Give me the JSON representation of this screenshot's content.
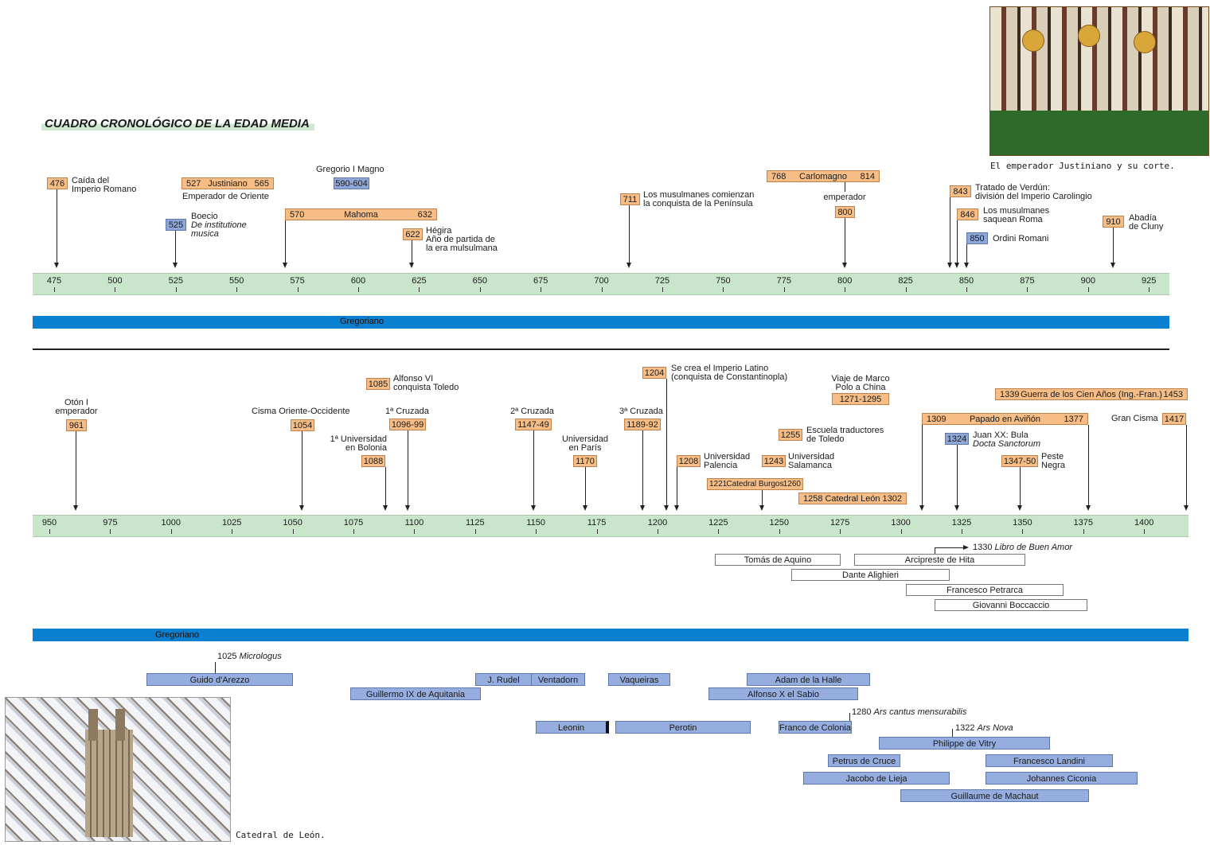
{
  "title": "CUADRO CRONOLÓGICO DE LA EDAD MEDIA",
  "captions": {
    "mosaic": "El emperador Justiniano y su corte.",
    "leon": "Catedral de León."
  },
  "axis1_ticks": [
    "475",
    "500",
    "525",
    "550",
    "575",
    "600",
    "625",
    "650",
    "675",
    "700",
    "725",
    "750",
    "775",
    "800",
    "825",
    "850",
    "875",
    "900",
    "925"
  ],
  "axis2_ticks": [
    "950",
    "975",
    "1000",
    "1025",
    "1050",
    "1075",
    "1100",
    "1125",
    "1150",
    "1175",
    "1200",
    "1225",
    "1250",
    "1275",
    "1300",
    "1325",
    "1350",
    "1375",
    "1400"
  ],
  "bands": {
    "band1": "Gregoriano",
    "band2": "Gregoriano"
  },
  "top": {
    "e476": {
      "year": "476",
      "label1": "Caída del",
      "label2": "Imperio Romano"
    },
    "justiniano": {
      "start": "527",
      "name": "Justiniano",
      "end": "565",
      "sub": "Emperador de Oriente"
    },
    "boecio": {
      "year": "525",
      "label1": "Boecio",
      "label2": "De institutione",
      "label3": "musica"
    },
    "gregorio": {
      "label": "Gregorio I Magno",
      "years": "590-604"
    },
    "mahoma": {
      "start": "570",
      "name": "Mahoma",
      "end": "632"
    },
    "hegira": {
      "year": "622",
      "label1": "Hégira",
      "label2": "Año de partida de",
      "label3": "la era mulsulmana"
    },
    "e711": {
      "year": "711",
      "label1": "Los musulmanes comienzan",
      "label2": "la conquista de la Península"
    },
    "carlomagno": {
      "start": "768",
      "name": "Carlomagno",
      "end": "814",
      "sub": "emperador",
      "year": "800"
    },
    "verdun": {
      "year": "843",
      "label1": "Tratado de Verdún:",
      "label2": "división del Imperio Carolingio"
    },
    "roma": {
      "year": "846",
      "label1": "Los musulmanes",
      "label2": "saquean Roma"
    },
    "ordini": {
      "year": "850",
      "label": "Ordini Romani"
    },
    "cluny": {
      "year": "910",
      "label1": "Abadía",
      "label2": "de Cluny"
    }
  },
  "bottom": {
    "oton": {
      "label1": "Otón I",
      "label2": "emperador",
      "year": "961"
    },
    "cisma": {
      "label": "Cisma Oriente-Occidente",
      "year": "1054"
    },
    "alfonso6": {
      "year": "1085",
      "label1": "Alfonso VI",
      "label2": "conquista Toledo"
    },
    "bolonia": {
      "label1": "1ª Universidad",
      "label2": "en Bolonia",
      "year": "1088"
    },
    "cruz1": {
      "label": "1ª Cruzada",
      "year": "1096-99"
    },
    "cruz2": {
      "label": "2ª Cruzada",
      "year": "1147-49"
    },
    "paris": {
      "label1": "Universidad",
      "label2": "en París",
      "year": "1170"
    },
    "cruz3": {
      "label": "3ª Cruzada",
      "year": "1189-92"
    },
    "latino": {
      "year": "1204",
      "label1": "Se crea el Imperio Latino",
      "label2": "(conquista de Constantinopla)"
    },
    "palencia": {
      "year": "1208",
      "label1": "Universidad",
      "label2": "Palencia"
    },
    "burgos": {
      "start": "1221",
      "name": "Catedral Burgos",
      "end": "1260"
    },
    "salamanca": {
      "year": "1243",
      "label1": "Universidad",
      "label2": "Salamanca"
    },
    "toledo": {
      "year": "1255",
      "label1": "Escuela traductores",
      "label2": "de Toledo"
    },
    "catleon": {
      "start": "1258",
      "name": "Catedral León",
      "end": "1302"
    },
    "marco": {
      "label1": "Viaje de Marco",
      "label2": "Polo a China",
      "years": "1271-1295"
    },
    "cienanos": {
      "start": "1339",
      "name": "Guerra de los Cien Años (Ing.-Fran.)",
      "end": "1453"
    },
    "avinon": {
      "start": "1309",
      "name": "Papado en Aviñón",
      "end": "1377"
    },
    "juanxx": {
      "year": "1324",
      "label1": "Juan XX: Bula",
      "label2": "Docta Sanctorum"
    },
    "peste": {
      "year": "1347-50",
      "label1": "Peste",
      "label2": "Negra"
    },
    "grancisma": {
      "label": "Gran Cisma",
      "year": "1417"
    }
  },
  "writers": {
    "buenamor_year": "1330",
    "buenamor_title": "Libro de Buen Amor",
    "tomas": "Tomás de Aquino",
    "hita": "Arcipreste de Hita",
    "dante": "Dante Alighieri",
    "petrarca": "Francesco Petrarca",
    "boccaccio": "Giovanni Boccaccio"
  },
  "music": {
    "micrologus_year": "1025",
    "micrologus_title": "Micrologus",
    "guido": "Guido d'Arezzo",
    "guillermo": "Guillermo IX de Aquitania",
    "rudel": "J. Rudel",
    "ventadorn": "Ventadorn",
    "vaqueiras": "Vaqueiras",
    "adam": "Adam de la Halle",
    "alfonsox": "Alfonso X el Sabio",
    "leonin": "Leonin",
    "perotin": "Perotin",
    "franco": "Franco de Colonia",
    "arscantus_year": "1280",
    "arscantus_title": "Ars cantus mensurabilis",
    "arsnova_year": "1322",
    "arsnova_title": "Ars Nova",
    "vitry": "Philippe de Vitry",
    "cruce": "Petrus de Cruce",
    "landini": "Francesco Landini",
    "lieja": "Jacobo de Lieja",
    "ciconia": "Johannes Ciconia",
    "machaut": "Guillaume de Machaut"
  }
}
